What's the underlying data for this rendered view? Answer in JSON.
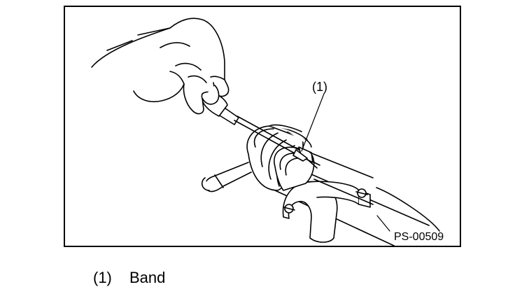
{
  "figure": {
    "callout": "(1)",
    "figure_id": "PS-00509"
  },
  "legend": {
    "items": [
      {
        "number": "(1)",
        "label": "Band"
      }
    ]
  },
  "colors": {
    "line": "#000000",
    "background": "#ffffff"
  }
}
